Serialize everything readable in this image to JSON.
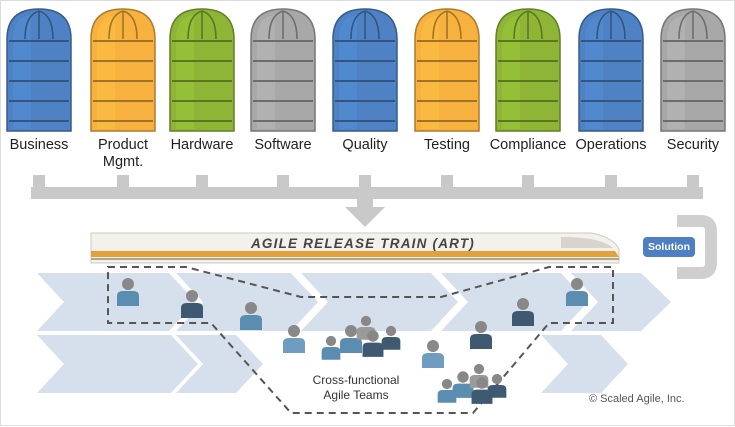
{
  "silos": [
    {
      "label": "Business",
      "color": "blue"
    },
    {
      "label": "Product\nMgmt.",
      "color": "orange"
    },
    {
      "label": "Hardware",
      "color": "green"
    },
    {
      "label": "Software",
      "color": "gray"
    },
    {
      "label": "Quality",
      "color": "blue"
    },
    {
      "label": "Testing",
      "color": "orange"
    },
    {
      "label": "Compliance",
      "color": "green"
    },
    {
      "label": "Operations",
      "color": "blue"
    },
    {
      "label": "Security",
      "color": "gray"
    }
  ],
  "colors": {
    "blue": "#4e82c4",
    "orange": "#f6b13f",
    "green": "#8fb536",
    "gray": "#a8a8a8",
    "connector": "#c9c9c9",
    "chevron": "#d6e0ec",
    "train_stripe": "#e2a13a",
    "person": "#888888",
    "person_teal": "#5b8db0",
    "person_dark": "#3f5a70"
  },
  "train": {
    "title": "AGILE RELEASE TRAIN (ART)"
  },
  "solution": {
    "label": "Solution"
  },
  "teams": {
    "label": "Cross-functional\nAgile Teams"
  },
  "copyright": "© Scaled Agile, Inc."
}
